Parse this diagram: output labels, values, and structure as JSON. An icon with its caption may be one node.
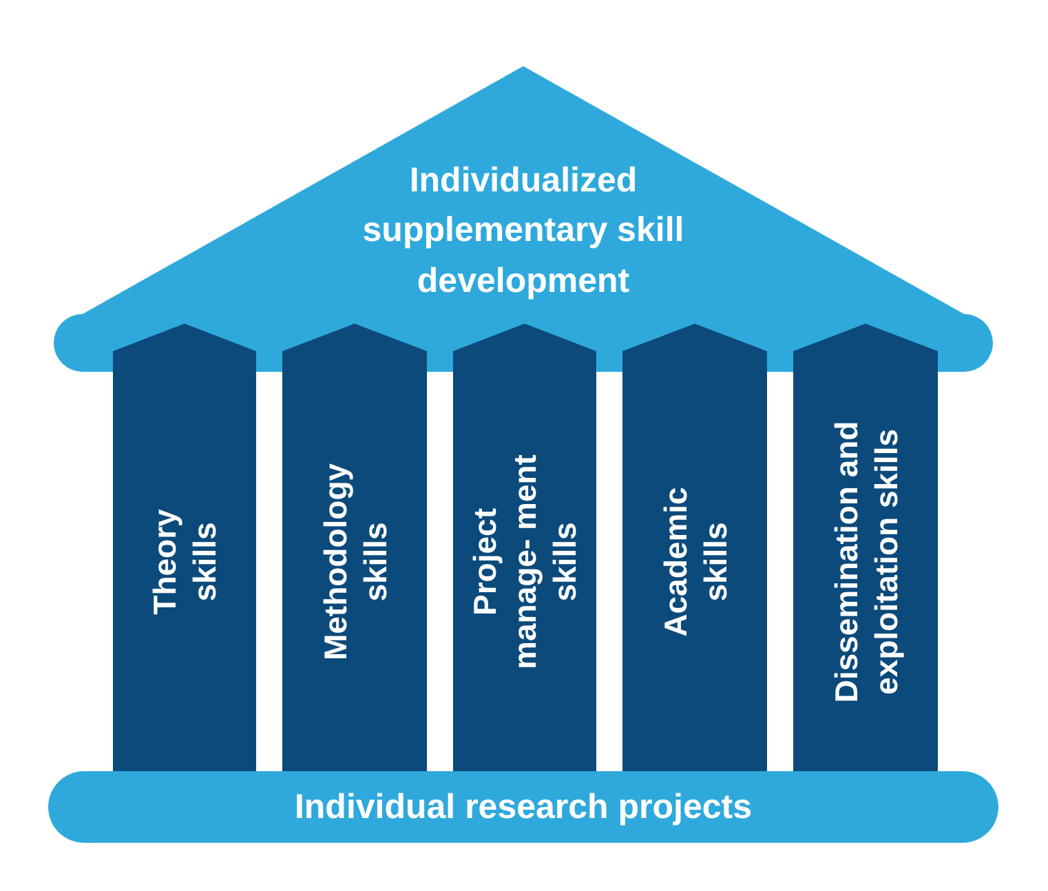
{
  "diagram": {
    "nodes": [
      {
        "text": [
          "Individualized supplementary skill development"
        ]
      },
      {
        "text": [
          "Theory skills"
        ]
      },
      {
        "text": [
          "Methodology skills"
        ]
      },
      {
        "text": [
          "Project manage- ment skills"
        ]
      },
      {
        "text": [
          "Academic skills"
        ]
      },
      {
        "text": [
          "Dissemination and exploitation skills"
        ]
      },
      {
        "text": [
          "Individual research projects"
        ]
      }
    ],
    "edges": []
  }
}
